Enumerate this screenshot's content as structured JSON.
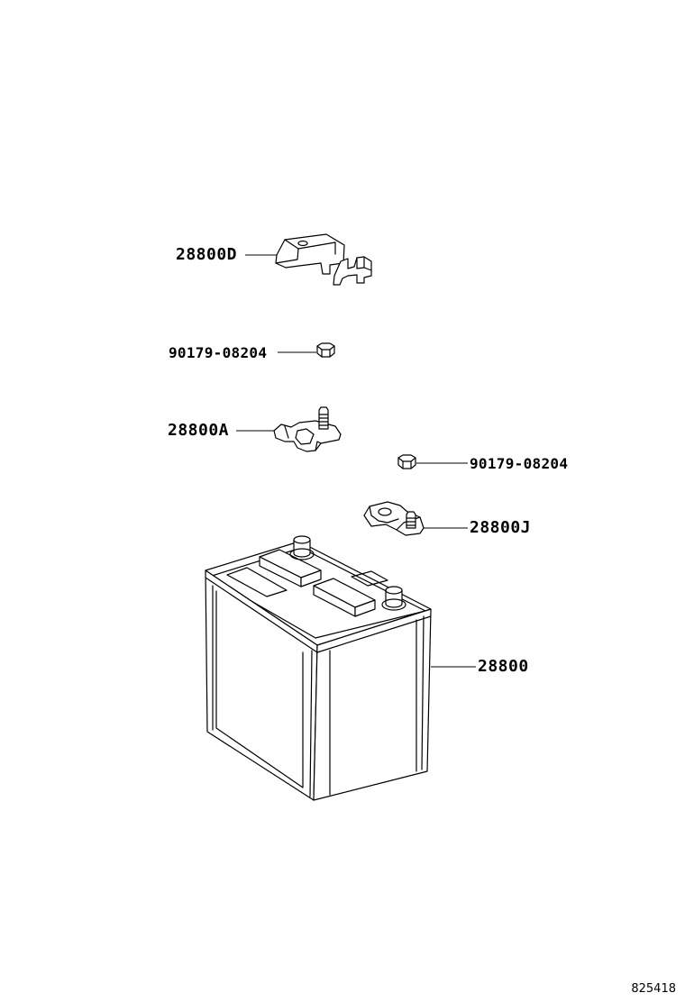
{
  "diagram": {
    "labels": {
      "terminal_cover": "28800D",
      "nut_upper": "90179-08204",
      "terminal_positive": "28800A",
      "nut_right": "90179-08204",
      "terminal_negative": "28800J",
      "battery": "28800"
    },
    "illustration_id": "825418"
  }
}
